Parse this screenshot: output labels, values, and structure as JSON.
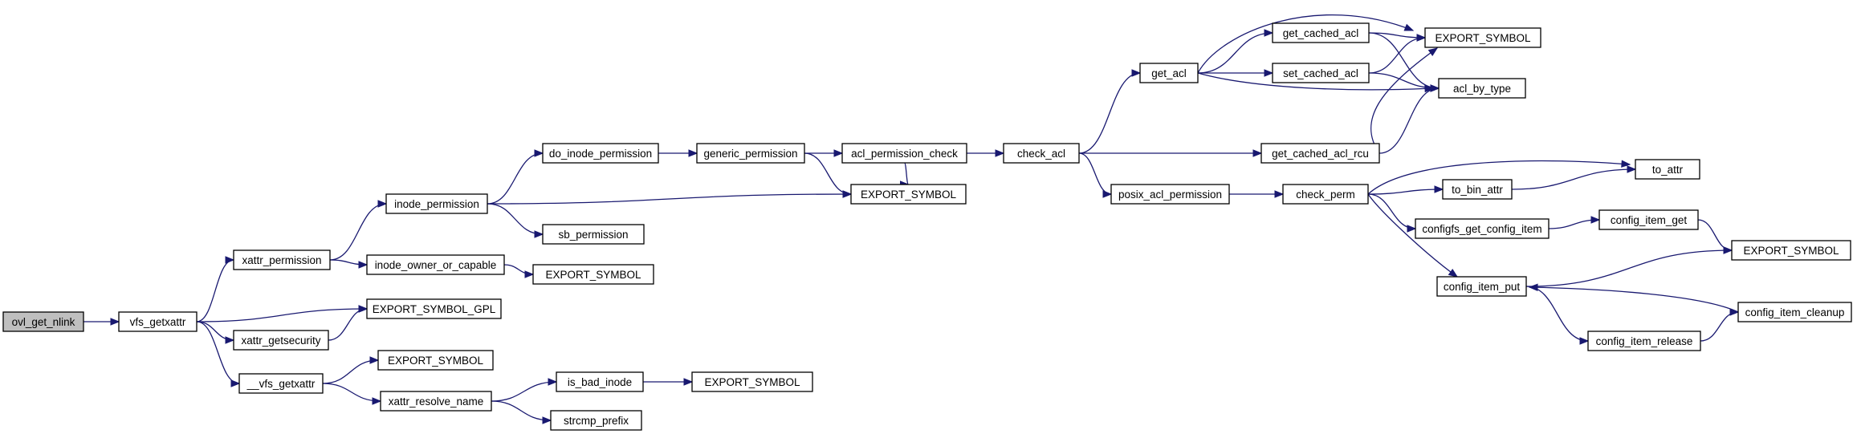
{
  "graph": {
    "nodes": [
      {
        "id": "n1",
        "label": "ovl_get_nlink",
        "root": true
      },
      {
        "id": "n2",
        "label": "vfs_getxattr"
      },
      {
        "id": "n3",
        "label": "xattr_permission"
      },
      {
        "id": "n4",
        "label": "EXPORT_SYMBOL_GPL"
      },
      {
        "id": "n5",
        "label": "xattr_getsecurity"
      },
      {
        "id": "n6",
        "label": "__vfs_getxattr"
      },
      {
        "id": "n7",
        "label": "inode_permission"
      },
      {
        "id": "n8",
        "label": "inode_owner_or_capable"
      },
      {
        "id": "n9",
        "label": "EXPORT_SYMBOL"
      },
      {
        "id": "n10",
        "label": "xattr_resolve_name"
      },
      {
        "id": "n11",
        "label": "do_inode_permission"
      },
      {
        "id": "n12",
        "label": "EXPORT_SYMBOL"
      },
      {
        "id": "n13",
        "label": "sb_permission"
      },
      {
        "id": "n14",
        "label": "EXPORT_SYMBOL"
      },
      {
        "id": "n15",
        "label": "is_bad_inode"
      },
      {
        "id": "n16",
        "label": "strcmp_prefix"
      },
      {
        "id": "n17",
        "label": "generic_permission"
      },
      {
        "id": "n18",
        "label": "EXPORT_SYMBOL"
      },
      {
        "id": "n19",
        "label": "acl_permission_check"
      },
      {
        "id": "n20",
        "label": "check_acl"
      },
      {
        "id": "n21",
        "label": "get_acl"
      },
      {
        "id": "n22",
        "label": "get_cached_acl_rcu"
      },
      {
        "id": "n23",
        "label": "posix_acl_permission"
      },
      {
        "id": "n24",
        "label": "get_cached_acl"
      },
      {
        "id": "n25",
        "label": "set_cached_acl"
      },
      {
        "id": "n26",
        "label": "check_perm"
      },
      {
        "id": "n27",
        "label": "EXPORT_SYMBOL"
      },
      {
        "id": "n28",
        "label": "acl_by_type"
      },
      {
        "id": "n29",
        "label": "to_bin_attr"
      },
      {
        "id": "n30",
        "label": "configfs_get_config_item"
      },
      {
        "id": "n31",
        "label": "config_item_put"
      },
      {
        "id": "n32",
        "label": "to_attr"
      },
      {
        "id": "n33",
        "label": "config_item_get"
      },
      {
        "id": "n34",
        "label": "EXPORT_SYMBOL"
      },
      {
        "id": "n35",
        "label": "config_item_release"
      },
      {
        "id": "n36",
        "label": "config_item_cleanup"
      }
    ],
    "edges": [
      [
        "n1",
        "n2"
      ],
      [
        "n2",
        "n3"
      ],
      [
        "n2",
        "n4"
      ],
      [
        "n2",
        "n5"
      ],
      [
        "n2",
        "n6"
      ],
      [
        "n3",
        "n7"
      ],
      [
        "n3",
        "n8"
      ],
      [
        "n5",
        "n4"
      ],
      [
        "n6",
        "n9"
      ],
      [
        "n6",
        "n10"
      ],
      [
        "n7",
        "n11"
      ],
      [
        "n7",
        "n12"
      ],
      [
        "n7",
        "n13"
      ],
      [
        "n8",
        "n14"
      ],
      [
        "n10",
        "n15"
      ],
      [
        "n10",
        "n16"
      ],
      [
        "n15",
        "n18"
      ],
      [
        "n11",
        "n17"
      ],
      [
        "n17",
        "n19"
      ],
      [
        "n17",
        "n12"
      ],
      [
        "n19",
        "n12"
      ],
      [
        "n19",
        "n20"
      ],
      [
        "n20",
        "n21"
      ],
      [
        "n20",
        "n22"
      ],
      [
        "n20",
        "n23"
      ],
      [
        "n21",
        "n24"
      ],
      [
        "n21",
        "n25"
      ],
      [
        "n21",
        "n27"
      ],
      [
        "n21",
        "n28"
      ],
      [
        "n24",
        "n27"
      ],
      [
        "n24",
        "n28"
      ],
      [
        "n25",
        "n27"
      ],
      [
        "n25",
        "n28"
      ],
      [
        "n22",
        "n27"
      ],
      [
        "n22",
        "n28"
      ],
      [
        "n23",
        "n26"
      ],
      [
        "n26",
        "n32"
      ],
      [
        "n26",
        "n29"
      ],
      [
        "n26",
        "n30"
      ],
      [
        "n26",
        "n31"
      ],
      [
        "n29",
        "n32"
      ],
      [
        "n30",
        "n33"
      ],
      [
        "n33",
        "n34"
      ],
      [
        "n31",
        "n34"
      ],
      [
        "n31",
        "n35"
      ],
      [
        "n35",
        "n36"
      ],
      [
        "n36",
        "n31"
      ]
    ]
  },
  "colors": {
    "edge": "#191970",
    "root_fill": "#bfbfbf",
    "node_fill": "#ffffff",
    "node_stroke": "#000000"
  }
}
